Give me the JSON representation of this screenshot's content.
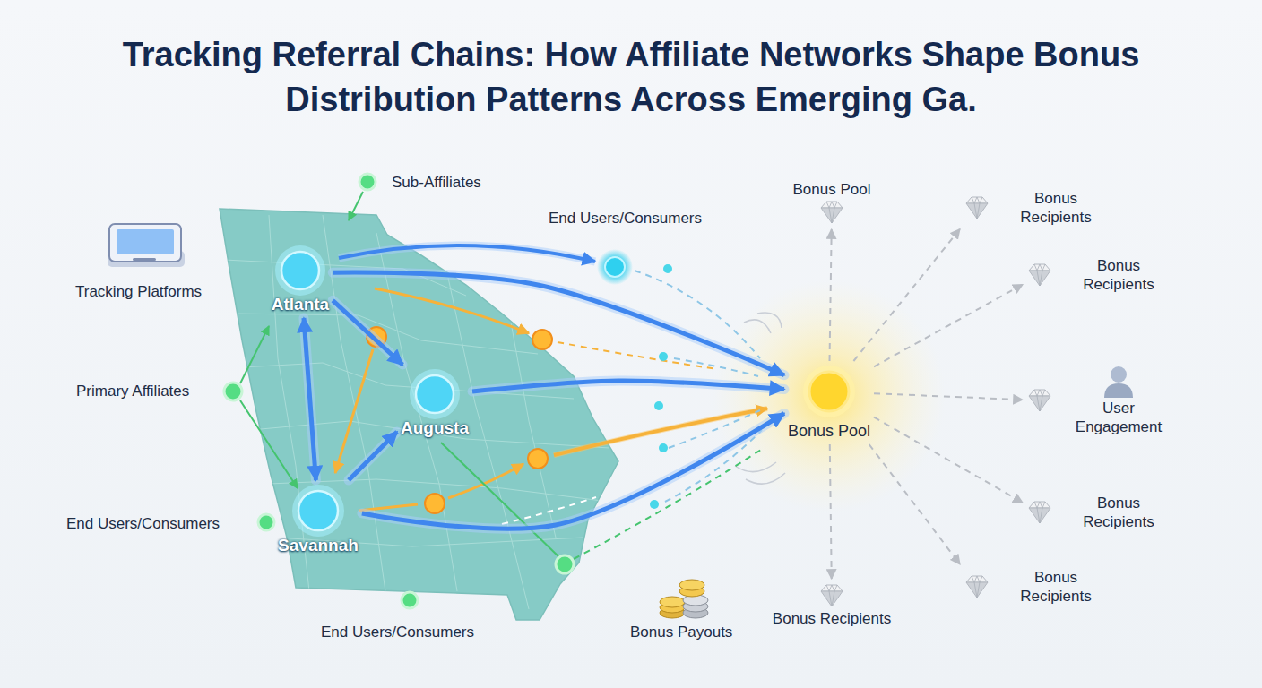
{
  "diagram": {
    "title": "Tracking Referral Chains: How Affiliate Networks Shape Bonus Distribution Patterns Across Emerging Ga.",
    "nodes": [
      {
        "text": [
          "Atlanta"
        ]
      },
      {
        "text": [
          "Augusta"
        ]
      },
      {
        "text": [
          "Savannah"
        ]
      },
      {
        "text": [
          "Bonus Pool"
        ]
      },
      {
        "text": [
          "Bonus Pool"
        ]
      },
      {
        "text": [
          "Bonus Recipients"
        ]
      },
      {
        "text": [
          "Bonus Recipients"
        ]
      },
      {
        "text": [
          "User Engagement"
        ]
      },
      {
        "text": [
          "Bonus Recipients"
        ]
      },
      {
        "text": [
          "Bonus Recipients"
        ]
      },
      {
        "text": [
          "Bonus Recipients"
        ]
      }
    ],
    "edges": [
      {
        "from": 0,
        "to": 1,
        "arrow": "to"
      },
      {
        "from": 0,
        "to": 2,
        "arrow": "both"
      },
      {
        "from": 2,
        "to": 1,
        "arrow": "to"
      },
      {
        "from": 0,
        "to": 3,
        "arrow": "to"
      },
      {
        "from": 1,
        "to": 3,
        "arrow": "to"
      },
      {
        "from": 2,
        "to": 3,
        "arrow": "to"
      },
      {
        "from": 3,
        "to": 4,
        "arrow": "to"
      },
      {
        "from": 3,
        "to": 5,
        "arrow": "to"
      },
      {
        "from": 3,
        "to": 6,
        "arrow": "to"
      },
      {
        "from": 3,
        "to": 7,
        "arrow": "to"
      },
      {
        "from": 3,
        "to": 8,
        "arrow": "to"
      },
      {
        "from": 3,
        "to": 9,
        "arrow": "to"
      },
      {
        "from": 3,
        "to": 10,
        "arrow": "to"
      }
    ],
    "labels": [
      "Sub-Affiliates",
      "End Users/Consumers",
      "Tracking Platforms",
      "Primary Affiliates",
      "End Users/Consumers",
      "End Users/Consumers",
      "Bonus Payouts"
    ]
  }
}
